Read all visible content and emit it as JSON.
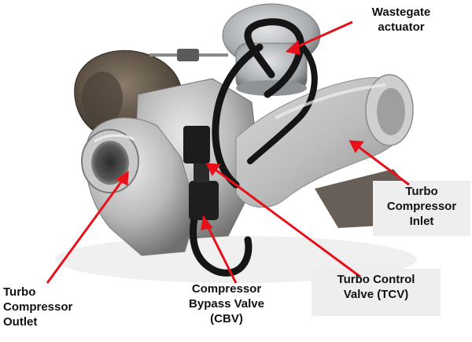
{
  "labels": {
    "wastegate": "Wastegate\nactuator",
    "inlet": "Turbo\nCompressor\nInlet",
    "tcv": "Turbo Control\nValve (TCV)",
    "cbv": "Compressor\nBypass Valve\n(CBV)",
    "outlet": "Turbo\nCompressor\nOutlet"
  },
  "colors": {
    "arrow": "#e8101a",
    "label_text": "#111111"
  }
}
